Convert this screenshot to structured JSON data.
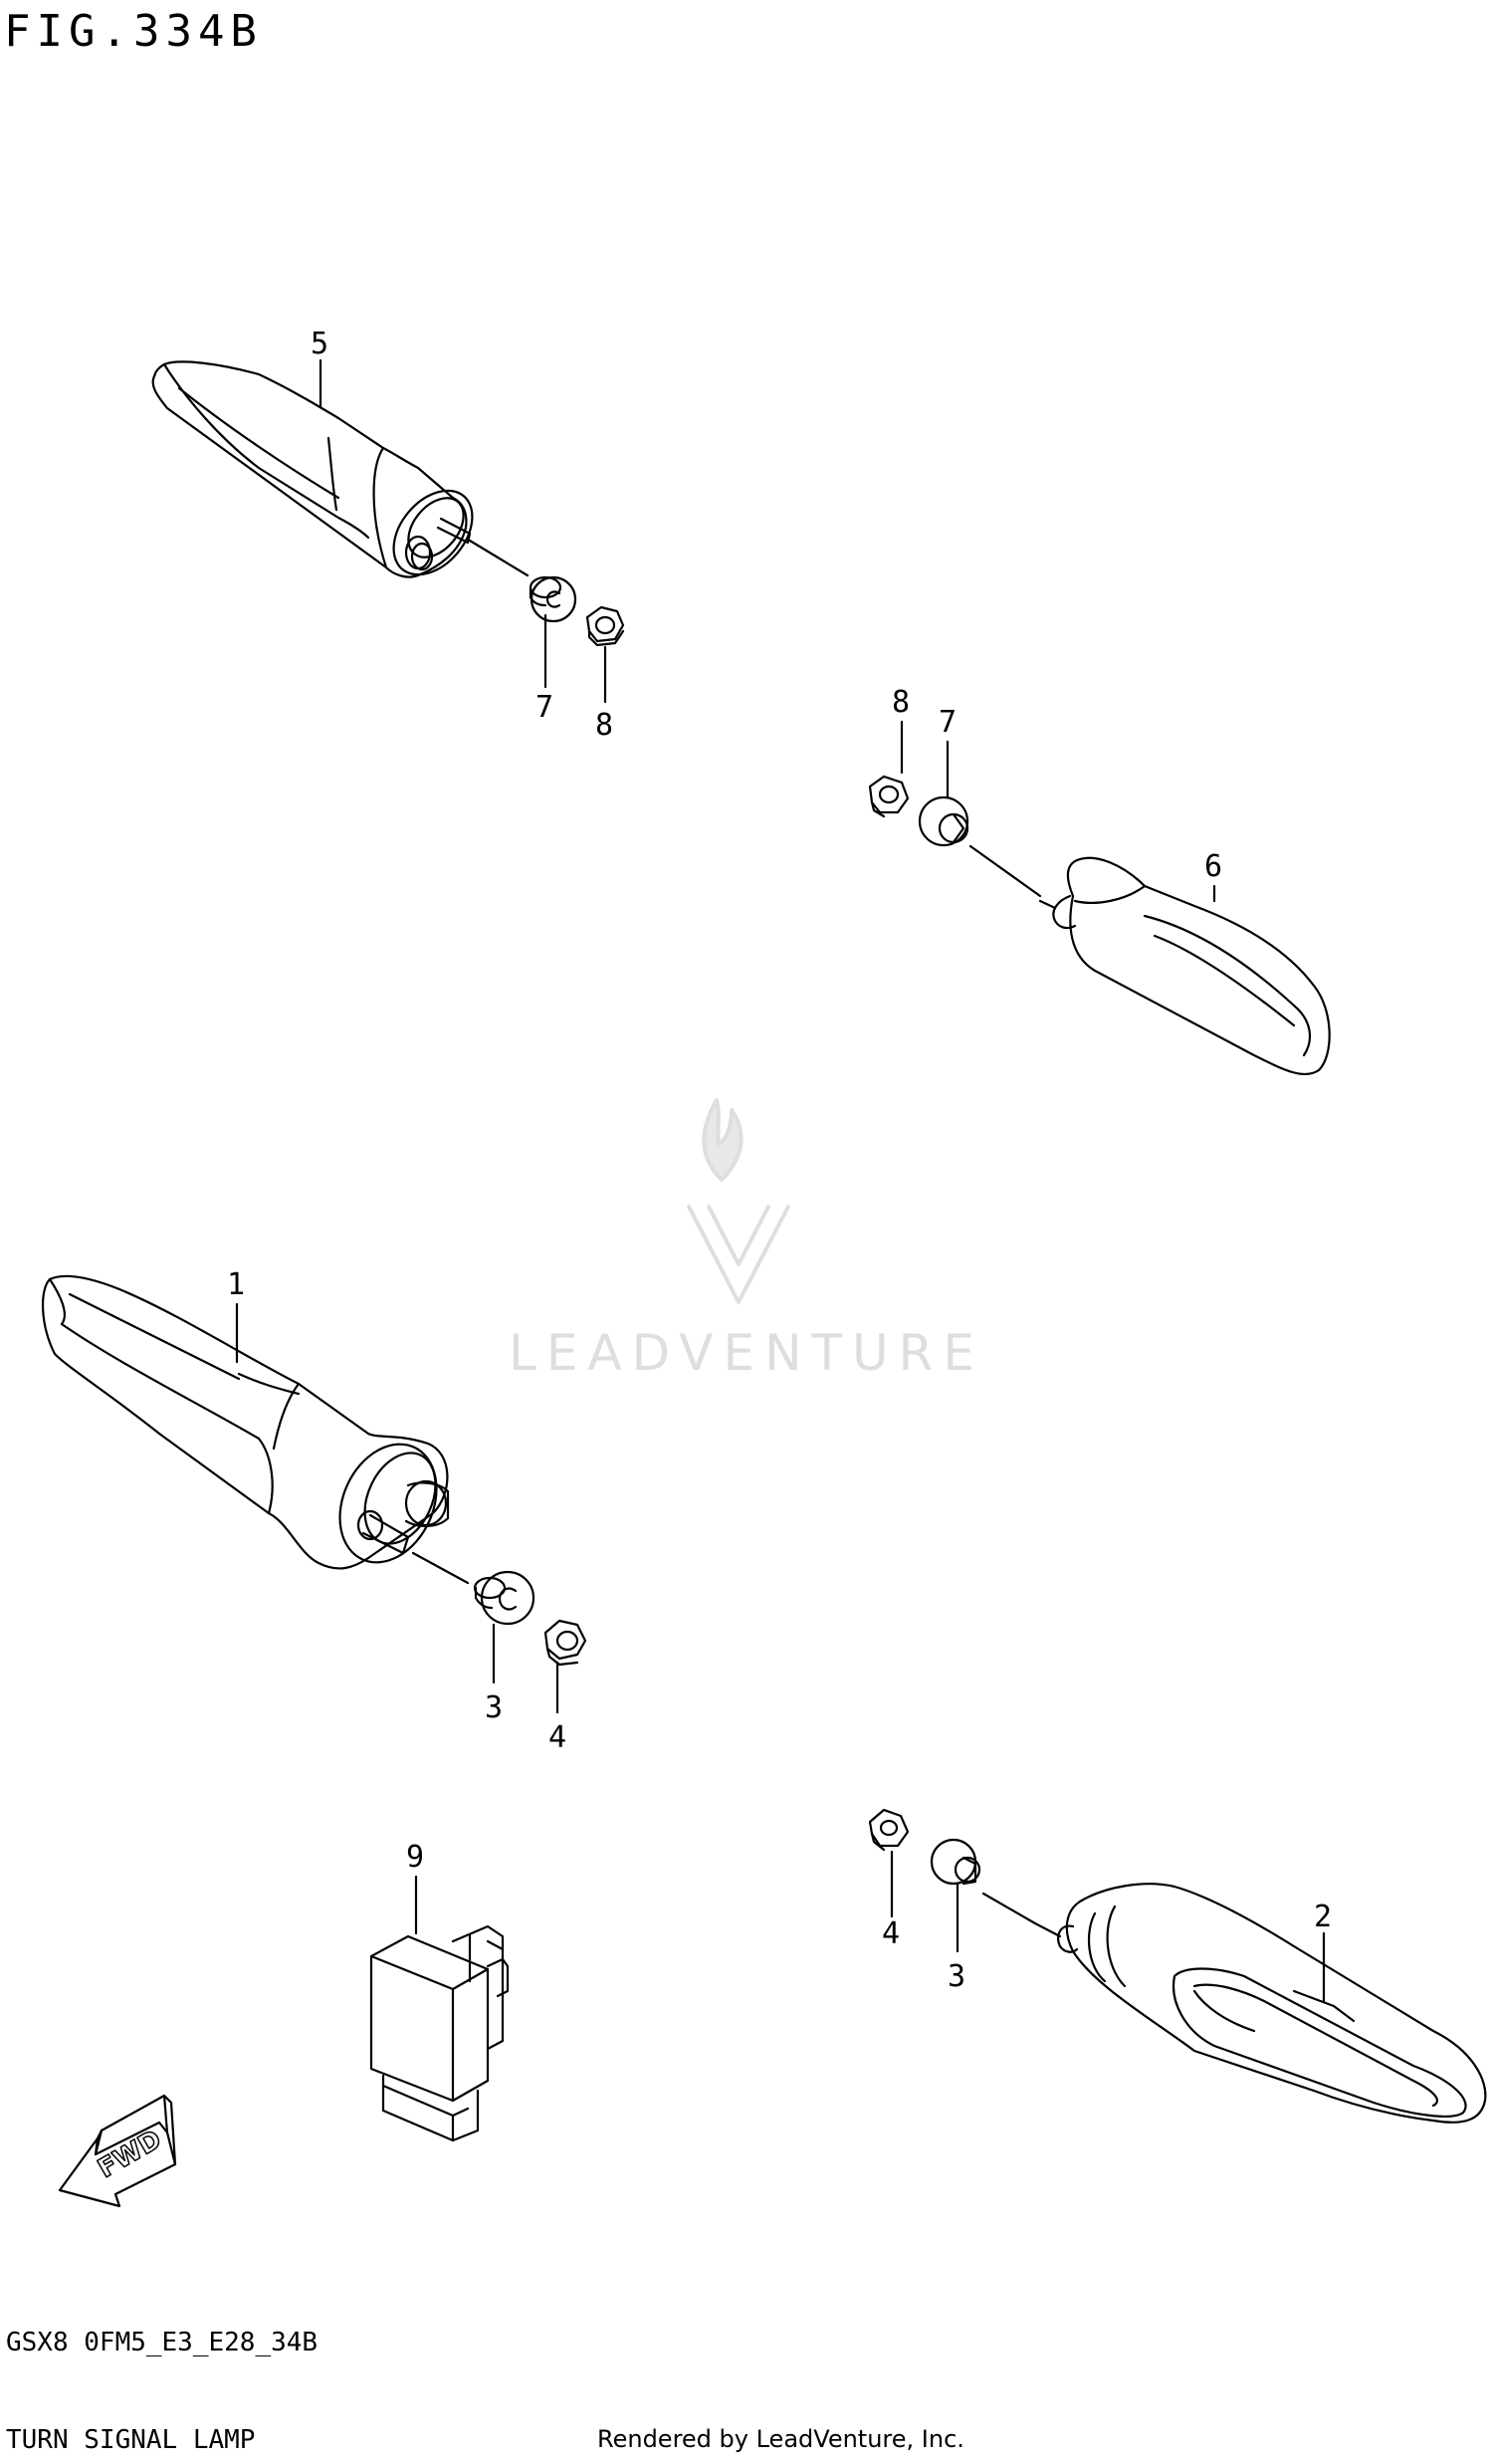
{
  "figure_title": "FIG.334B",
  "footer": {
    "code": "GSX8 0FM5_E3_E28_34B",
    "name": "TURN SIGNAL LAMP",
    "rendered_by": "Rendered by LeadVenture, Inc."
  },
  "watermark": {
    "text": "LEADVENTURE"
  },
  "callouts": {
    "c1": "1",
    "c2": "2",
    "c3a": "3",
    "c3b": "3",
    "c4a": "4",
    "c4b": "4",
    "c5": "5",
    "c6": "6",
    "c7a": "7",
    "c7b": "7",
    "c8a": "8",
    "c8b": "8",
    "c9": "9"
  },
  "fwd_label": "FWD"
}
